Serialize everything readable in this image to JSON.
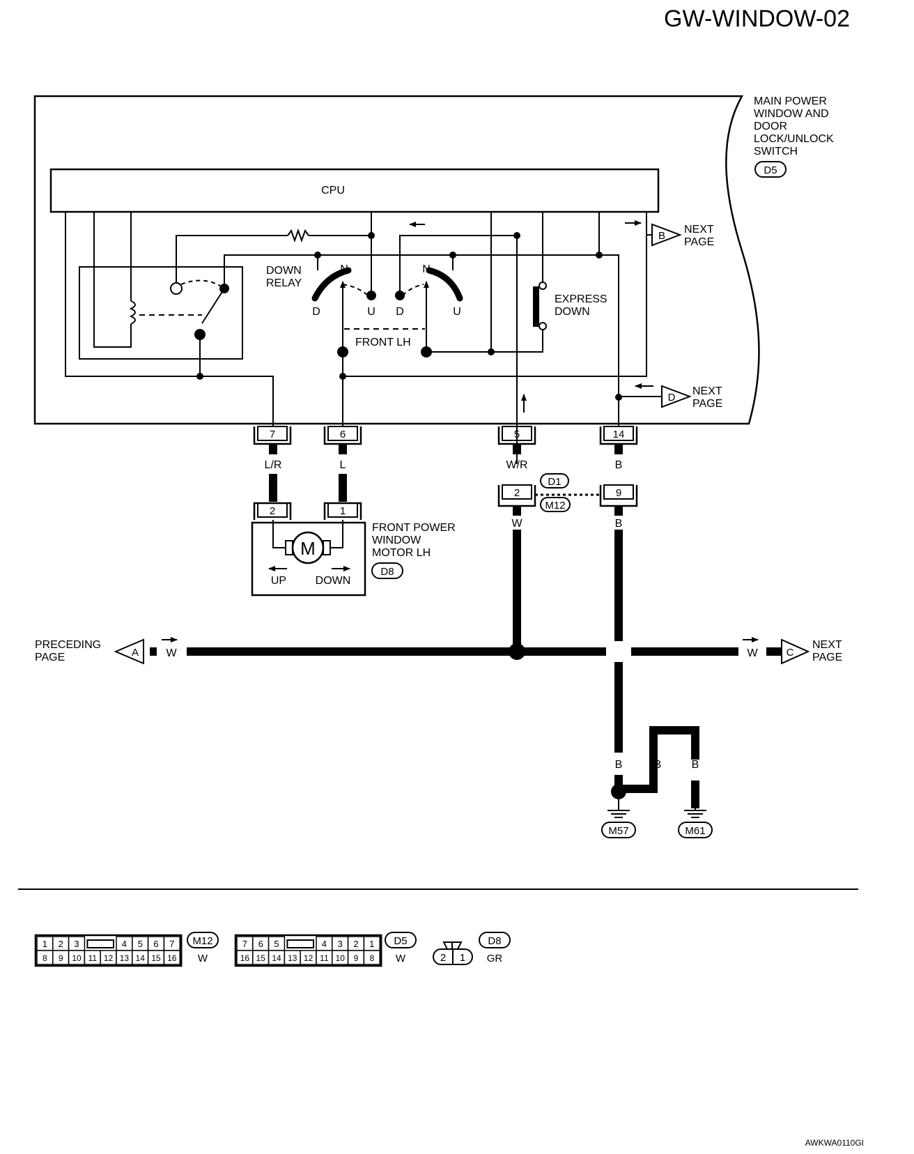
{
  "page_title": "GW-WINDOW-02",
  "figure_code": "AWKWA0110GI",
  "cpu_label": "CPU",
  "main_switch": {
    "name_lines": [
      "MAIN POWER",
      "WINDOW AND",
      "DOOR",
      "LOCK/UNLOCK",
      "SWITCH"
    ],
    "connector": "D5"
  },
  "down_relay": [
    "DOWN",
    "RELAY"
  ],
  "front_lh": "FRONT LH",
  "express_down": [
    "EXPRESS",
    "DOWN"
  ],
  "switch_pos": {
    "n": "N",
    "d": "D",
    "u": "U"
  },
  "links": {
    "b": {
      "letter": "B",
      "text": [
        "NEXT",
        "PAGE"
      ]
    },
    "d": {
      "letter": "D",
      "text": [
        "NEXT",
        "PAGE"
      ]
    },
    "a": {
      "letter": "A",
      "text": [
        "PRECEDING",
        "PAGE"
      ]
    },
    "c": {
      "letter": "C",
      "text": [
        "NEXT",
        "PAGE"
      ]
    }
  },
  "terminals": [
    "7",
    "6",
    "5",
    "14"
  ],
  "wires": {
    "t7": "L/R",
    "t6": "L",
    "t5": "W/R",
    "t14": "B",
    "jw": "W",
    "jb": "B",
    "bus_left": "W",
    "bus_right": "W",
    "g1": "B",
    "g2": "B",
    "g3": "B"
  },
  "junction": {
    "pin_a": "2",
    "pin_b": "9",
    "conn_top": "D1",
    "conn_bottom": "M12"
  },
  "motor": {
    "name_lines": [
      "FRONT POWER",
      "WINDOW",
      "MOTOR LH"
    ],
    "connector": "D8",
    "pin_left": "2",
    "pin_right": "1",
    "symbol": "M",
    "up": "UP",
    "down": "DOWN"
  },
  "grounds": [
    "M57",
    "M61"
  ],
  "legend": {
    "m12": {
      "top": [
        "1",
        "2",
        "3",
        "4",
        "5",
        "6",
        "7"
      ],
      "bottom": [
        "8",
        "9",
        "10",
        "11",
        "12",
        "13",
        "14",
        "15",
        "16"
      ],
      "id": "M12",
      "color": "W"
    },
    "d5": {
      "top": [
        "7",
        "6",
        "5",
        "4",
        "3",
        "2",
        "1"
      ],
      "bottom": [
        "16",
        "15",
        "14",
        "13",
        "12",
        "11",
        "10",
        "9",
        "8"
      ],
      "id": "D5",
      "color": "W"
    },
    "d8": {
      "pins": [
        "2",
        "1"
      ],
      "id": "D8",
      "color": "GR"
    }
  }
}
